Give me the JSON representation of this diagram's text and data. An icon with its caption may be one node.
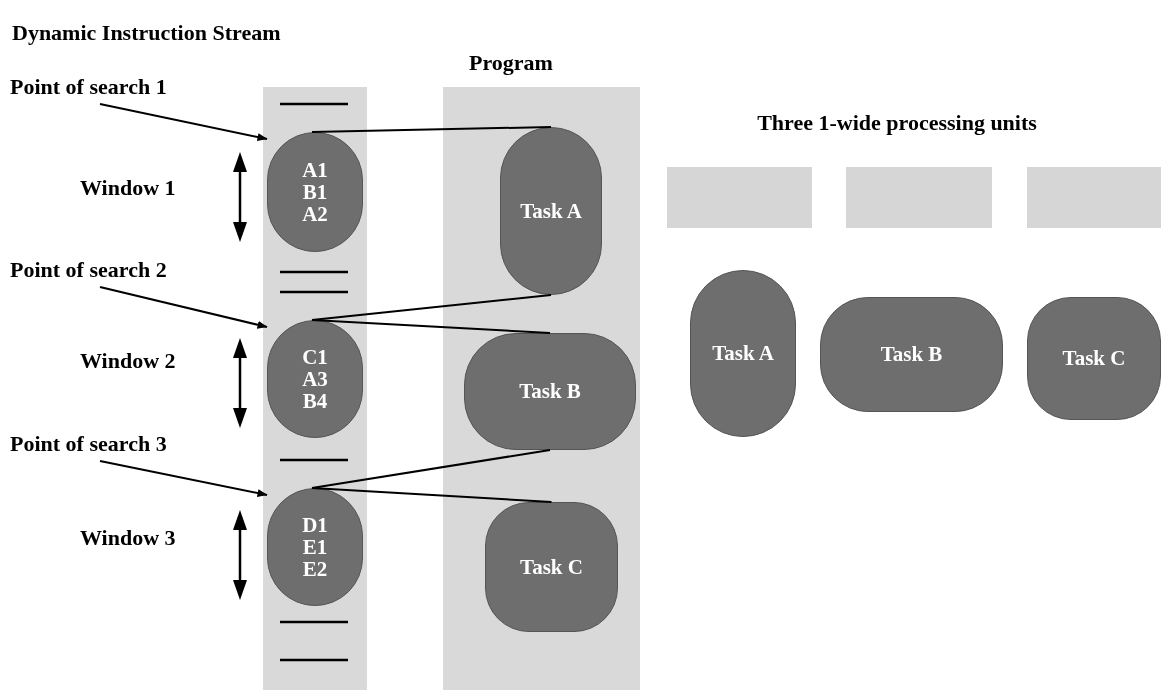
{
  "diagram": {
    "nodes": [
      {
        "text": [
          "Dynamic Instruction Stream"
        ]
      },
      {
        "text": [
          "Program"
        ]
      },
      {
        "text": [
          "A1 B1 A2"
        ],
        "in": 0
      },
      {
        "text": [
          "C1 A3 B4"
        ],
        "in": 0
      },
      {
        "text": [
          "D1 E1 E2"
        ],
        "in": 0
      },
      {
        "text": [
          "Task A"
        ],
        "in": 1
      },
      {
        "text": [
          "Task B"
        ],
        "in": 1
      },
      {
        "text": [
          "Task C"
        ],
        "in": 1
      },
      {
        "text": [
          "Point of search 1"
        ]
      },
      {
        "text": [
          "Point of search 2"
        ]
      },
      {
        "text": [
          "Point of search 3"
        ]
      },
      {
        "text": [],
        "shape": "box"
      },
      {
        "text": [],
        "shape": "box"
      },
      {
        "text": [],
        "shape": "box"
      },
      {
        "text": [
          "Task A"
        ]
      },
      {
        "text": [
          "Task B"
        ]
      },
      {
        "text": [
          "Task C"
        ]
      }
    ],
    "edges": [
      {
        "from": 8,
        "to": 2,
        "arrow": "to"
      },
      {
        "from": 9,
        "to": 3,
        "arrow": "to"
      },
      {
        "from": 10,
        "to": 4,
        "arrow": "to"
      },
      {
        "from": 2,
        "to": 5,
        "arrow": "none"
      },
      {
        "from": 3,
        "to": 5,
        "arrow": "none"
      },
      {
        "from": 3,
        "to": 6,
        "arrow": "none"
      },
      {
        "from": 4,
        "to": 6,
        "arrow": "none"
      },
      {
        "from": 4,
        "to": 7,
        "arrow": "none"
      }
    ],
    "labels": [
      "Three 1-wide processing units",
      "Window 1",
      "Window 2",
      "Window 3"
    ]
  }
}
